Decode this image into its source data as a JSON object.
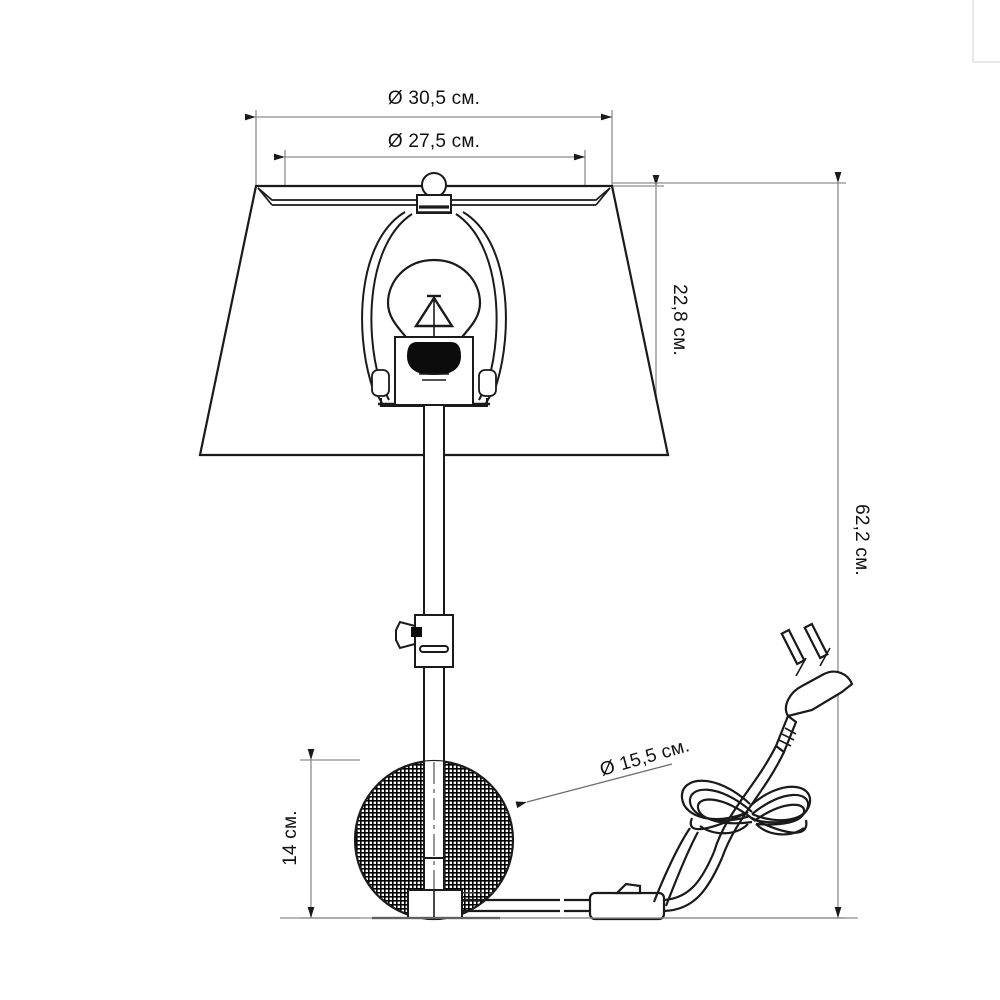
{
  "drawing": {
    "title": "Table lamp dimensional drawing",
    "subject": "table-lamp",
    "units": "cm",
    "background_color": "#ffffff",
    "line_color": "#1a1a1a",
    "dimension_line_color": "#808080",
    "hatch_color": "#000000"
  },
  "dimensions": {
    "shade_top_diameter": {
      "label": "Ø 30,5 см.",
      "value": 30.5,
      "unit": "см.",
      "symbol": "Ø",
      "orientation": "horizontal",
      "position": "top-outer"
    },
    "shade_inner_diameter": {
      "label": "Ø 27,5 см.",
      "value": 27.5,
      "unit": "см.",
      "symbol": "Ø",
      "orientation": "horizontal",
      "position": "top-inner"
    },
    "shade_height": {
      "label": "22,8 см.",
      "value": 22.8,
      "unit": "см.",
      "orientation": "vertical",
      "position": "right-inner"
    },
    "total_height": {
      "label": "62,2 см.",
      "value": 62.2,
      "unit": "см.",
      "orientation": "vertical",
      "position": "right-outer"
    },
    "base_height": {
      "label": "14 см.",
      "value": 14,
      "unit": "см.",
      "orientation": "vertical",
      "position": "left-bottom"
    },
    "base_diameter": {
      "label": "Ø 15,5 см.",
      "value": 15.5,
      "unit": "см.",
      "symbol": "Ø",
      "orientation": "angled-leader",
      "position": "base-right"
    }
  },
  "parts": {
    "shade": "lamp-shade",
    "harp": "lamp-harp",
    "bulb": "light-bulb",
    "socket": "lamp-socket",
    "finial": "shade-finial",
    "stem": "lamp-stem",
    "collar": "stem-adjust-collar",
    "base": "lamp-base-disc",
    "cord": "power-cord",
    "plug": "power-plug",
    "switch": "inline-switch",
    "ground": "ground-line",
    "centerline": "center-axis"
  }
}
